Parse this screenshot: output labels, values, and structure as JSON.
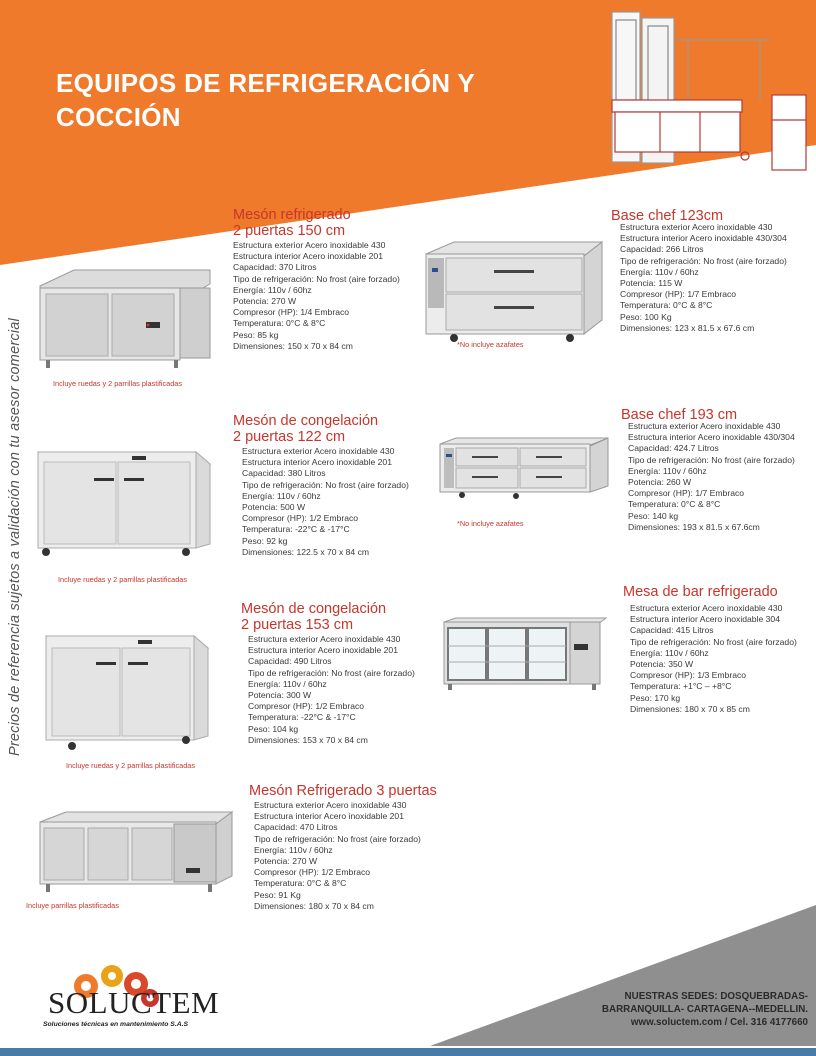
{
  "header": {
    "title_line1": "EQUIPOS DE REFRIGERACIÓN Y",
    "title_line2": "COCCIÓN"
  },
  "side_text": "Precios de referencia sujetos a validación con tu asesor comercial",
  "colors": {
    "orange": "#f07a2b",
    "gray": "#8f8f8f",
    "accent_red": "#c8352b",
    "bar_blue": "#4a7aa6"
  },
  "products": [
    {
      "name1": "Mesón refrigerado",
      "name2": "2 puertas 150 cm",
      "specs": [
        "Estructura exterior Acero inoxidable 430",
        "Estructura interior Acero inoxidable 201",
        "Capacidad: 370 Litros",
        "Tipo de refrigeración: No frost (aire forzado)",
        "Energía: 110v / 60hz",
        "Potencia: 270 W",
        "Compresor (HP): 1/4 Embraco",
        "Temperatura: 0°C & 8°C",
        "Peso: 85 kg",
        "Dimensiones: 150 x 70 x 84 cm"
      ],
      "note": "Incluye ruedas y 2 parrillas plastificadas"
    },
    {
      "name1": "Base chef 123cm",
      "name2": "",
      "specs": [
        "Estructura exterior Acero inoxidable 430",
        "Estructura interior Acero inoxidable 430/304",
        "Capacidad: 266 Litros",
        "Tipo de refrigeración: No frost (aire forzado)",
        "Energía: 110v / 60hz",
        "Potencia: 115 W",
        "Compresor (HP): 1/7 Embraco",
        "Temperatura: 0°C & 8°C",
        "Peso: 100 Kg",
        "Dimensiones: 123 x 81.5 x 67.6 cm"
      ],
      "note": "*No incluye azafates"
    },
    {
      "name1": "Mesón de congelación",
      "name2": "2 puertas 122 cm",
      "specs": [
        "Estructura exterior Acero inoxidable 430",
        "Estructura interior Acero inoxidable 201",
        "Capacidad: 380 Litros",
        "Tipo de refrigeración: No frost (aire forzado)",
        "Energía: 110v / 60hz",
        "Potencia: 500 W",
        "Compresor (HP): 1/2 Embraco",
        "Temperatura: -22°C & -17°C",
        "Peso: 92 kg",
        "Dimensiones: 122.5 x 70 x 84 cm"
      ],
      "note": "Incluye ruedas y 2 parrillas plastificadas"
    },
    {
      "name1": "Base chef 193 cm",
      "name2": "",
      "specs": [
        "Estructura exterior Acero inoxidable 430",
        "Estructura interior Acero inoxidable 430/304",
        "Capacidad: 424.7 Litros",
        "Tipo de refrigeración: No frost (aire forzado)",
        "Energía: 110v / 60hz",
        "Potencia: 260 W",
        "Compresor (HP): 1/7 Embraco",
        "Temperatura: 0°C & 8°C",
        "Peso: 140 kg",
        "Dimensiones: 193 x 81.5 x 67.6cm"
      ],
      "note": "*No incluye azafates"
    },
    {
      "name1": "Mesón de congelación",
      "name2": "2 puertas 153 cm",
      "specs": [
        "Estructura exterior Acero inoxidable 430",
        "Estructura interior Acero inoxidable 201",
        "Capacidad: 490 Litros",
        "Tipo de refrigeración: No frost (aire forzado)",
        "Energía: 110v / 60hz",
        "Potencia: 300 W",
        "Compresor (HP): 1/2 Embraco",
        "Temperatura: -22°C & -17°C",
        "Peso: 104 kg",
        "Dimensiones: 153 x 70 x 84 cm"
      ],
      "note": "Incluye ruedas y 2 parrillas plastificadas"
    },
    {
      "name1": "Mesa de bar refrigerado",
      "name2": "",
      "specs": [
        "Estructura exterior Acero inoxidable 430",
        "Estructura interior Acero inoxidable 304",
        "Capacidad: 415 Litros",
        "Tipo de refrigeración: No frost (aire forzado)",
        "Energía: 110v / 60hz",
        "Potencia: 350 W",
        "Compresor (HP): 1/3 Embraco",
        "Temperatura: +1°C – +8°C",
        "Peso: 170 kg",
        "Dimensiones: 180 x 70 x 85 cm"
      ],
      "note": ""
    },
    {
      "name1": "Mesón Refrigerado 3 puertas",
      "name2": "",
      "specs": [
        "Estructura exterior Acero inoxidable 430",
        "Estructura interior Acero inoxidable 201",
        "Capacidad: 470 Litros",
        "Tipo de refrigeración: No frost (aire forzado)",
        "Energía: 110v / 60hz",
        "Potencia: 270 W",
        "Compresor (HP): 1/2 Embraco",
        "Temperatura: 0°C & 8°C",
        "Peso: 91 Kg",
        "Dimensiones: 180 x 70 x 84 cm"
      ],
      "note": "Incluye parrillas plastificadas"
    }
  ],
  "footer": {
    "logo_name": "SOLUCTEM",
    "logo_tagline": "Soluciones técnicas en mantenimiento S.A.S",
    "contact_line1": "NUESTRAS SEDES: DOSQUEBRADAS-",
    "contact_line2": "BARRANQUILLA- CARTAGENA--MEDELLIN.",
    "contact_line3": "www.soluctem.com / Cel. 316 4177660"
  }
}
